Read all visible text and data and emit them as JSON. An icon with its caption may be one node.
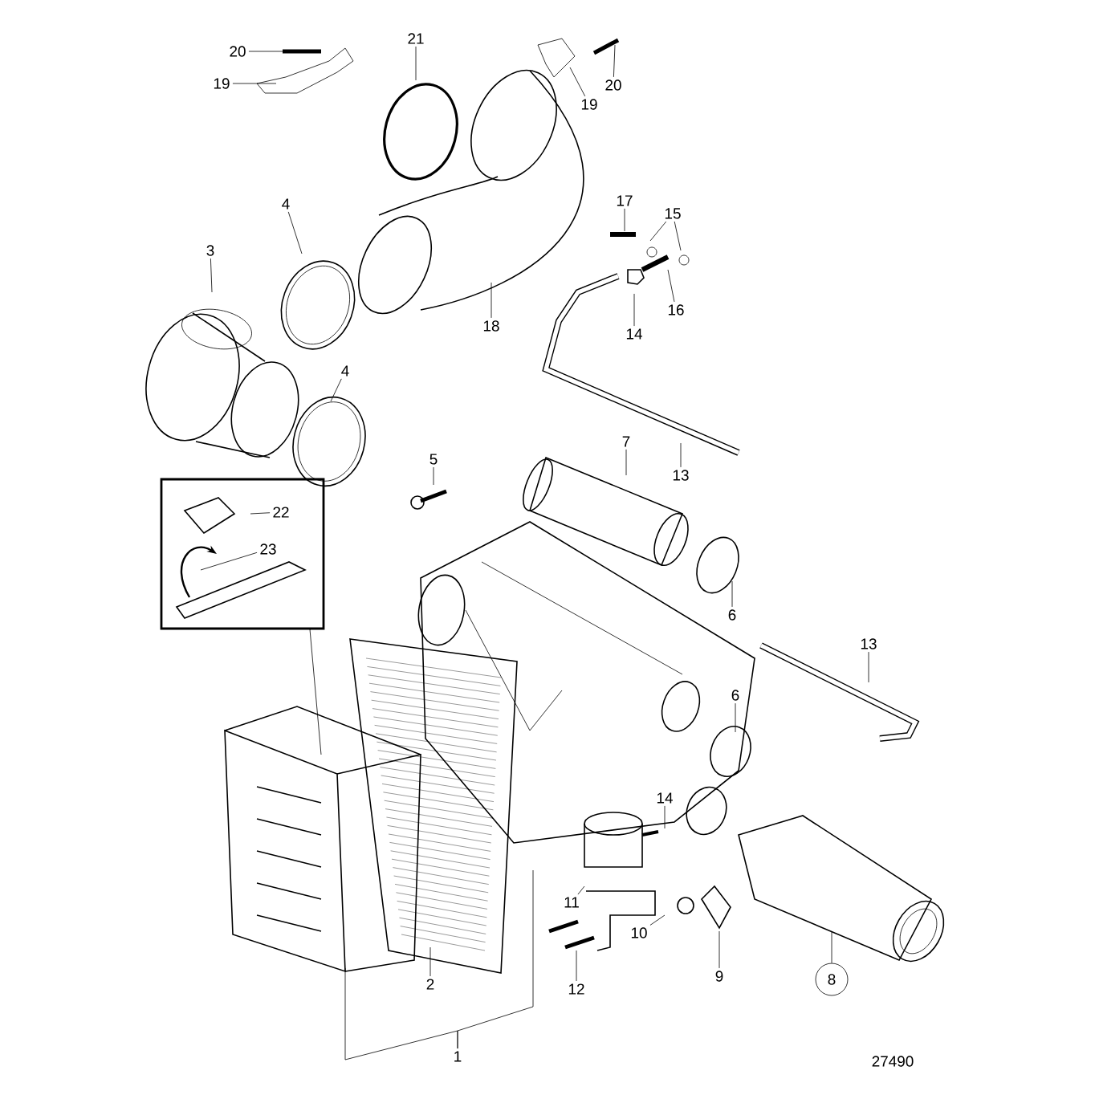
{
  "diagram": {
    "nodes": [
      {
        "text": [
          "20"
        ]
      },
      {
        "text": [
          "19"
        ]
      },
      {
        "text": [
          "21"
        ]
      },
      {
        "text": [
          "20"
        ]
      },
      {
        "text": [
          "19"
        ]
      },
      {
        "text": [
          "17"
        ]
      },
      {
        "text": [
          "4"
        ]
      },
      {
        "text": [
          "15"
        ]
      },
      {
        "text": [
          "3"
        ]
      },
      {
        "text": [
          "16"
        ]
      },
      {
        "text": [
          "18"
        ]
      },
      {
        "text": [
          "14"
        ]
      },
      {
        "text": [
          "4"
        ]
      },
      {
        "text": [
          "7"
        ]
      },
      {
        "text": [
          "5"
        ]
      },
      {
        "text": [
          "13"
        ]
      },
      {
        "text": [],
        "shape": "box"
      },
      {
        "text": [
          "22"
        ],
        "in": 16
      },
      {
        "text": [
          "23"
        ],
        "in": 16
      },
      {
        "text": [
          "6"
        ]
      },
      {
        "text": [
          "13"
        ]
      },
      {
        "text": [
          "6"
        ]
      },
      {
        "text": [
          "14"
        ]
      },
      {
        "text": [
          "11"
        ]
      },
      {
        "text": [
          "10"
        ]
      },
      {
        "text": [
          "9"
        ]
      },
      {
        "text": [
          "8"
        ]
      },
      {
        "text": [
          "2"
        ]
      },
      {
        "text": [
          "12"
        ]
      },
      {
        "text": [
          "1"
        ]
      }
    ],
    "edges": [
      {
        "from": 0,
        "to": null,
        "arrow": "none"
      },
      {
        "from": 1,
        "to": null,
        "arrow": "none"
      },
      {
        "from": 2,
        "to": null,
        "arrow": "none"
      },
      {
        "from": 3,
        "to": null,
        "arrow": "none"
      },
      {
        "from": 4,
        "to": null,
        "arrow": "none"
      },
      {
        "from": 5,
        "to": null,
        "arrow": "none"
      },
      {
        "from": 6,
        "to": null,
        "arrow": "none"
      },
      {
        "from": 7,
        "to": null,
        "arrow": "none"
      },
      {
        "from": 7,
        "to": null,
        "arrow": "none"
      },
      {
        "from": 8,
        "to": null,
        "arrow": "none"
      },
      {
        "from": 9,
        "to": null,
        "arrow": "none"
      },
      {
        "from": 10,
        "to": null,
        "arrow": "none"
      },
      {
        "from": 11,
        "to": null,
        "arrow": "none"
      },
      {
        "from": 12,
        "to": null,
        "arrow": "none"
      },
      {
        "from": 13,
        "to": null,
        "arrow": "none"
      },
      {
        "from": 14,
        "to": null,
        "arrow": "none"
      },
      {
        "from": 15,
        "to": null,
        "arrow": "none"
      },
      {
        "from": 16,
        "to": null,
        "arrow": "none"
      },
      {
        "from": 17,
        "to": null,
        "arrow": "none"
      },
      {
        "from": 18,
        "to": null,
        "arrow": "none"
      },
      {
        "from": 19,
        "to": null,
        "arrow": "none"
      },
      {
        "from": 20,
        "to": null,
        "arrow": "none"
      },
      {
        "from": 21,
        "to": null,
        "arrow": "none"
      },
      {
        "from": 22,
        "to": null,
        "arrow": "none"
      },
      {
        "from": 23,
        "to": null,
        "arrow": "none"
      },
      {
        "from": 24,
        "to": null,
        "arrow": "none"
      },
      {
        "from": 25,
        "to": null,
        "arrow": "none"
      },
      {
        "from": 26,
        "to": null,
        "arrow": "none"
      },
      {
        "from": 27,
        "to": null,
        "arrow": "none"
      },
      {
        "from": 28,
        "to": null,
        "arrow": "none"
      },
      {
        "from": 29,
        "to": null,
        "arrow": "none"
      },
      {
        "from": 29,
        "to": null,
        "arrow": "none"
      }
    ],
    "labels": [
      "27490"
    ]
  }
}
